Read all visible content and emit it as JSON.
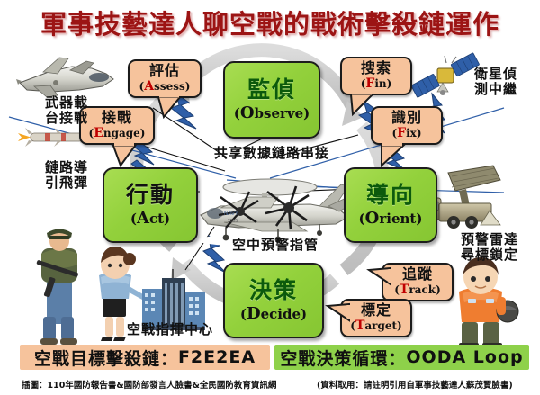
{
  "title": "軍事技藝達人聊空戰的戰術擊殺鏈運作",
  "ooda_boxes": [
    {
      "id": "observe",
      "cn": "監偵",
      "en_initial": "O",
      "en_rest": "bserve"
    },
    {
      "id": "orient",
      "cn": "導向",
      "en_initial": "O",
      "en_rest": "rient"
    },
    {
      "id": "decide",
      "cn": "決策",
      "en_initial": "D",
      "en_rest": "ecide"
    },
    {
      "id": "act",
      "cn": "行動",
      "en_initial": "A",
      "en_rest": "ct"
    }
  ],
  "callouts": [
    {
      "id": "assess",
      "cn": "評估",
      "en_initial": "A",
      "en_rest": "ssess"
    },
    {
      "id": "engage",
      "cn": "接戰",
      "en_initial": "E",
      "en_rest": "ngage"
    },
    {
      "id": "find",
      "cn": "搜索",
      "en_initial": "F",
      "en_rest": "in"
    },
    {
      "id": "fix",
      "cn": "識別",
      "en_initial": "F",
      "en_rest": "ix"
    },
    {
      "id": "track",
      "cn": "追蹤",
      "en_initial": "T",
      "en_rest": "rack"
    },
    {
      "id": "target",
      "cn": "標定",
      "en_initial": "T",
      "en_rest": "arget"
    }
  ],
  "labels": {
    "weapon_platform": "武器載\n台接戰",
    "datalink_missile": "鏈路導\n引飛彈",
    "satellite_relay": "衛星偵\n測中繼",
    "early_warning_radar": "預警雷達\n尋標鎖定",
    "shared_datalink": "共享數據鏈路串接",
    "airborne_cc": "空中預警指管",
    "command_center": "空戰指揮中心"
  },
  "banners": {
    "left_cn": "空戰目標擊殺鏈：",
    "left_code": "F2E2EA",
    "right_cn": "空戰決策循環：",
    "right_code": "OODA Loop"
  },
  "footnotes": {
    "left": "插圖：110年國防報告書&國防部發言人臉書&全民國防教育資訊網",
    "right": "(資料取用：請註明引用自軍事技藝達人蘇茂賢臉書)"
  },
  "colors": {
    "title": "#9c1414",
    "box_green": "#93d13c",
    "box_text_green": "#0c5a0c",
    "callout_orange": "#f6c39c",
    "ring_gray": "#c9c9c9",
    "bolt_blue": "#2f5fa8",
    "banner_left": "#f6c39c",
    "banner_right": "#8ed14a"
  },
  "illustrations": [
    {
      "id": "fighter-jet",
      "label": "fighter-jet-icon"
    },
    {
      "id": "missile",
      "label": "missile-icon"
    },
    {
      "id": "soldier",
      "label": "soldier-figure"
    },
    {
      "id": "officer-woman",
      "label": "female-officer-figure"
    },
    {
      "id": "building",
      "label": "command-building-icon"
    },
    {
      "id": "awacs",
      "label": "awacs-aircraft-icon"
    },
    {
      "id": "satellite",
      "label": "satellite-icon"
    },
    {
      "id": "radar-truck",
      "label": "radar-truck-icon"
    },
    {
      "id": "pilot",
      "label": "pilot-figure"
    }
  ]
}
